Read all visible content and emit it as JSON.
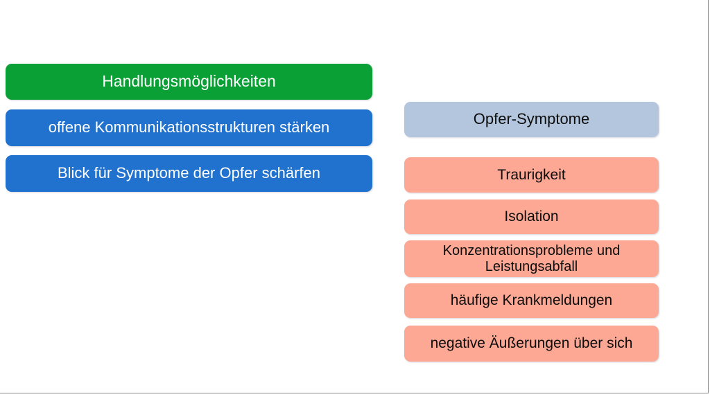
{
  "slide": {
    "background_color": "#ffffff",
    "border_color": "#888888"
  },
  "left_column": {
    "title_box": {
      "label": "Handlungsmöglichkeiten",
      "fill_color": "#0ba036",
      "text_color": "#ffffff"
    },
    "action_items": [
      {
        "label": "offene Kommunikationsstrukturen stärken",
        "fill_color": "#2072ce",
        "text_color": "#ffffff"
      },
      {
        "label": "Blick für Symptome der Opfer schärfen",
        "fill_color": "#2072ce",
        "text_color": "#ffffff"
      }
    ]
  },
  "right_column": {
    "header_box": {
      "label": "Opfer-Symptome",
      "fill_color": "#b4c6dd",
      "text_color": "#0d0d0d"
    },
    "symptoms": [
      {
        "label": "Traurigkeit",
        "fill_color": "#fca894",
        "text_color": "#0d0d0d"
      },
      {
        "label": "Isolation",
        "fill_color": "#fca894",
        "text_color": "#0d0d0d"
      },
      {
        "label": "Konzentrationsprobleme und\nLeistungsabfall",
        "fill_color": "#fca894",
        "text_color": "#0d0d0d"
      },
      {
        "label": "häufige Krankmeldungen",
        "fill_color": "#fca894",
        "text_color": "#0d0d0d"
      },
      {
        "label": "negative Äußerungen über sich",
        "fill_color": "#fca894",
        "text_color": "#0d0d0d"
      }
    ]
  }
}
